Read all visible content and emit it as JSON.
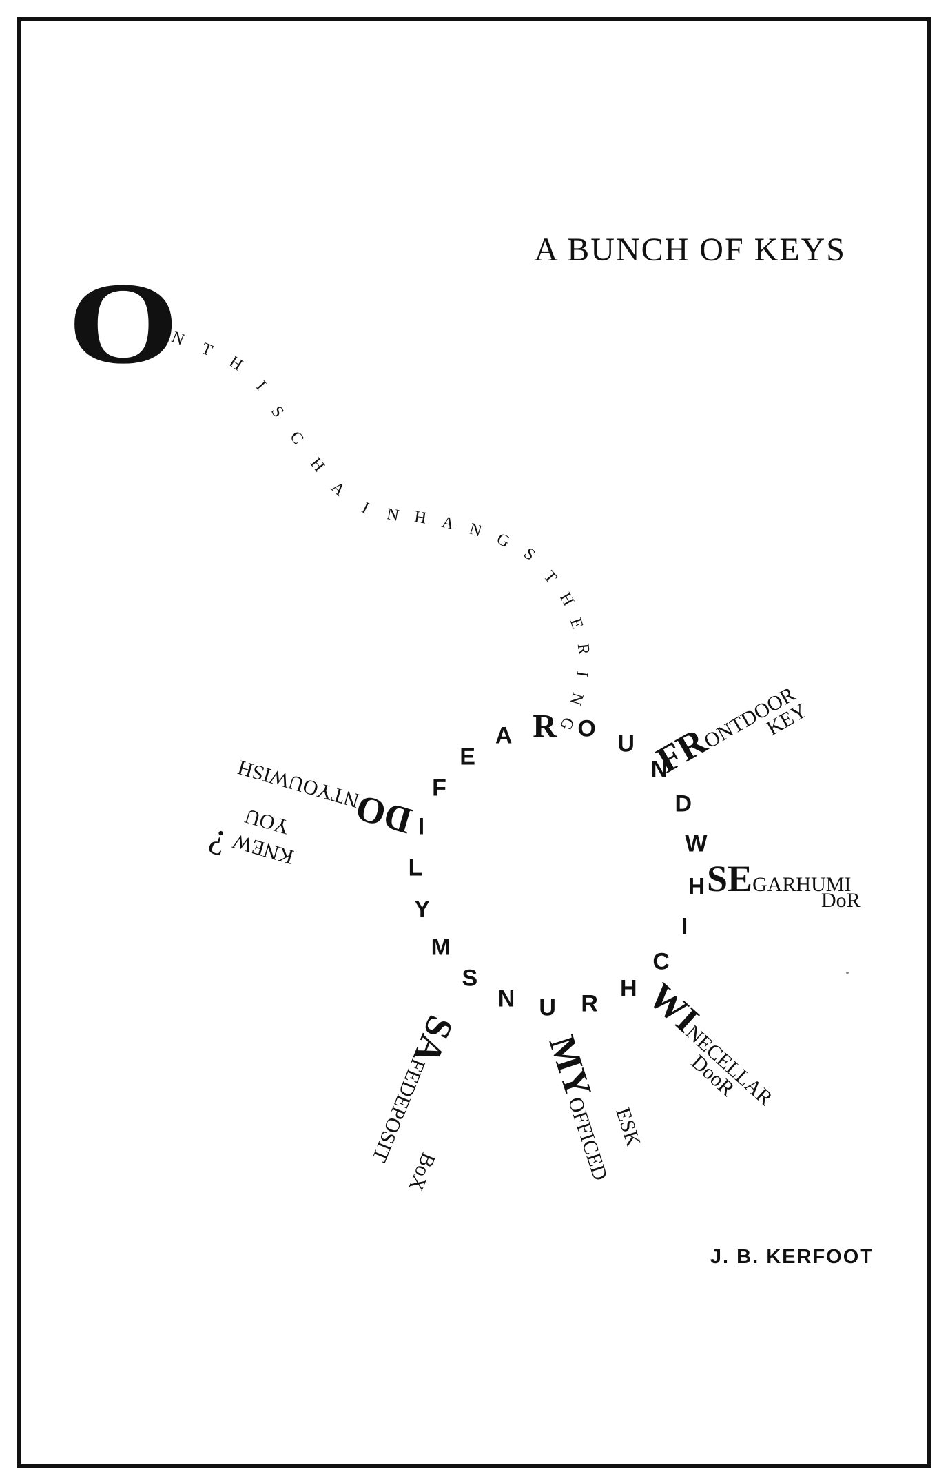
{
  "title": "A BUNCH OF KEYS",
  "author": "J. B. KERFOOT",
  "chain": {
    "initial": "O",
    "text": "NTHISCHAINHANGSTHERING"
  },
  "ring": {
    "text": "AROUNDWHICHRUNSMYLIFE",
    "big_letter": "R"
  },
  "spokes": {
    "front_door": {
      "lead": "FR",
      "rest": "ONTDOOR",
      "line2": "KEY"
    },
    "segar": {
      "lead": "SE",
      "rest": "GARHUMI",
      "line2": "DoR"
    },
    "wine": {
      "lead": "WI",
      "rest": "NECELLAR",
      "line2": "DooR"
    },
    "my_office": {
      "lead": "MY",
      "rest": "OFFICED",
      "line2": "ESK"
    },
    "safe": {
      "lead": "SA",
      "rest": "FEDEPOSIT",
      "line2": "BoX"
    },
    "dont": {
      "lead": "DO",
      "rest": "NTYOUWISH",
      "line2": "YOU",
      "line3": "KNEW",
      "mark": "?"
    }
  }
}
